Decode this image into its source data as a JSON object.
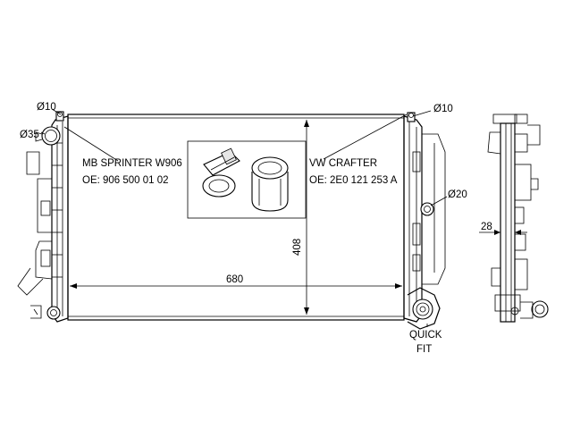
{
  "labels": {
    "left_top_diameter": "Ø10",
    "left_outlet_diameter": "Ø35",
    "right_top_diameter": "Ø10",
    "right_port_diameter": "Ø20",
    "left_vehicle": "MB SPRINTER W906",
    "left_oe": "OE: 906 500 01 02",
    "right_vehicle": "VW CRAFTER",
    "right_oe": "OE: 2E0 121 253 A",
    "width_dimension": "680",
    "height_dimension": "408",
    "side_depth_dimension": "28",
    "quick_fit_line1": "QUICK",
    "quick_fit_line2": "FIT"
  }
}
